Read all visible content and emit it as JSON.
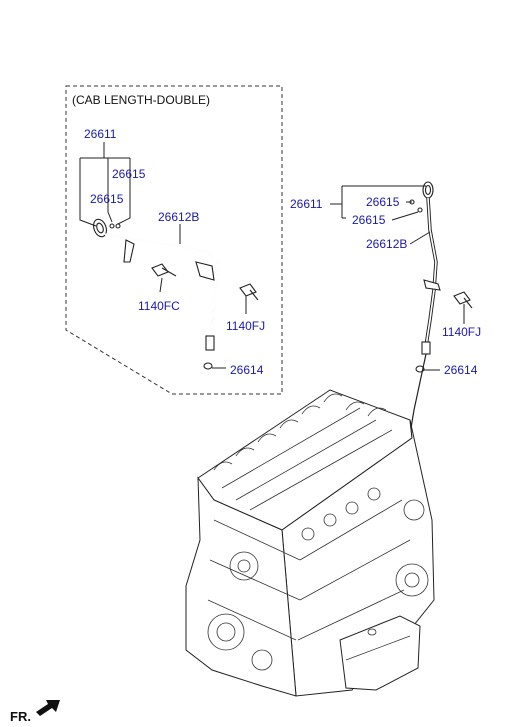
{
  "variant_box": {
    "title": "(CAB LENGTH-DOUBLE)"
  },
  "labels_box": {
    "p26611": "26611",
    "p26615_a": "26615",
    "p26615_b": "26615",
    "p26612B": "26612B",
    "p1140FC": "1140FC",
    "p1140FJ": "1140FJ",
    "p26614": "26614"
  },
  "labels_main": {
    "p26611": "26611",
    "p26615_a": "26615",
    "p26615_b": "26615",
    "p26612B": "26612B",
    "p1140FJ": "1140FJ",
    "p26614": "26614"
  },
  "orientation": {
    "label": "FR."
  },
  "colors": {
    "label": "#1a1aa8",
    "line": "#222222"
  }
}
